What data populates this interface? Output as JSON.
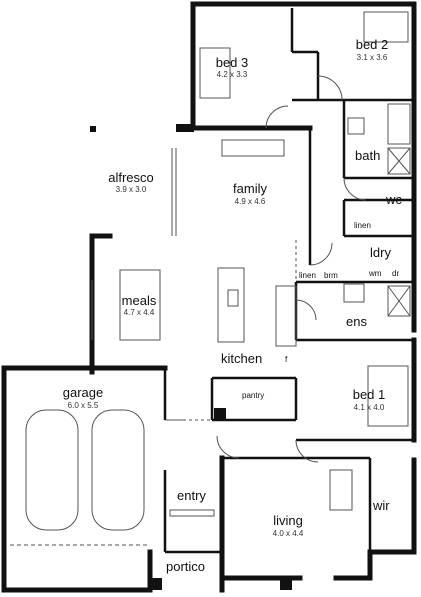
{
  "rooms": {
    "bed3": {
      "name": "bed 3",
      "size": "4.2 x 3.3"
    },
    "bed2": {
      "name": "bed 2",
      "size": "3.1 x 3.6"
    },
    "bath": {
      "name": "bath"
    },
    "wc": {
      "name": "wc"
    },
    "linen1": {
      "name": "linen"
    },
    "alfresco": {
      "name": "alfresco",
      "size": "3.9 x 3.0"
    },
    "family": {
      "name": "family",
      "size": "4.9 x 4.6"
    },
    "ldry": {
      "name": "ldry"
    },
    "linen2": {
      "name": "linen"
    },
    "brm": {
      "name": "brm"
    },
    "wm": {
      "name": "wm"
    },
    "dr": {
      "name": "dr"
    },
    "meals": {
      "name": "meals",
      "size": "4.7 x 4.4"
    },
    "ens": {
      "name": "ens"
    },
    "kitchen": {
      "name": "kitchen"
    },
    "fridge": {
      "name": "f"
    },
    "bed1": {
      "name": "bed 1",
      "size": "4.1 x 4.0"
    },
    "pantry": {
      "name": "pantry"
    },
    "garage": {
      "name": "garage",
      "size": "6.0 x 5.5"
    },
    "entry": {
      "name": "entry"
    },
    "wir": {
      "name": "wir"
    },
    "living": {
      "name": "living",
      "size": "4.0 x 4.4"
    },
    "portico": {
      "name": "portico"
    }
  },
  "colors": {
    "wall": "#111111",
    "fixture": "#555555",
    "background": "#ffffff"
  }
}
